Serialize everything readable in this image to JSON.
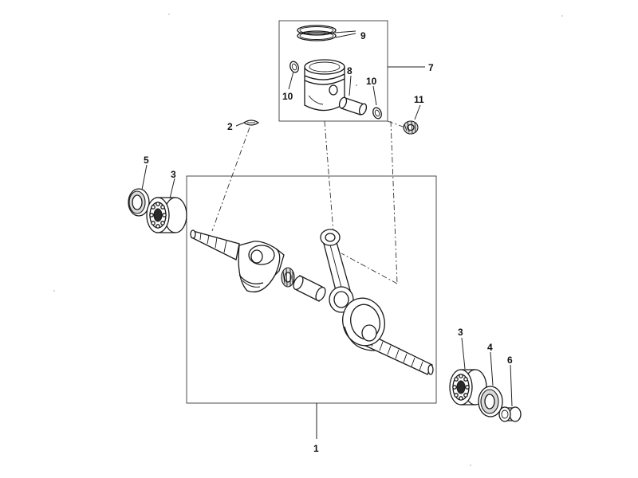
{
  "callouts": {
    "c1": "1",
    "c2": "2",
    "c3_left": "3",
    "c3_right": "3",
    "c4": "4",
    "c5": "5",
    "c6": "6",
    "c7": "7",
    "c8": "8",
    "c9": "9",
    "c10_left": "10",
    "c10_right": "10",
    "c11": "11"
  },
  "icons": {
    "piston": "piston-icon",
    "piston_rings": "piston-rings-icon",
    "crankshaft": "crankshaft-icon",
    "connecting_rod": "connecting-rod-icon",
    "bearing": "ball-bearing-icon",
    "oil_seal": "oil-seal-icon",
    "woodruff_key": "woodruff-key-icon",
    "needle_bearing": "needle-bearing-icon",
    "wrist_pin": "wrist-pin-icon",
    "circlip": "circlip-icon",
    "bushing": "bushing-icon"
  },
  "colors": {
    "ink": "#1a1a1a",
    "background": "#ffffff"
  }
}
